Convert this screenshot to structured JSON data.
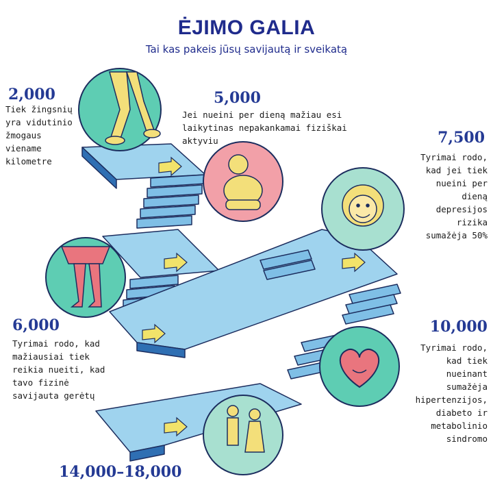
{
  "title": "ĖJIMO GALIA",
  "subtitle": "Tai kas pakeis jūsų savijautą ir sveikatą",
  "steps": [
    {
      "number": "2,000",
      "lines": [
        "Tiek žingsnių",
        "yra vidutinio",
        "žmogaus",
        "viename",
        "kilometre"
      ]
    },
    {
      "number": "5,000",
      "lines": [
        "Jei nueini per dieną mažiau esi",
        "laikytinas nepakankamai fiziškai",
        "aktyviu"
      ]
    },
    {
      "number": "7,500",
      "lines": [
        "Tyrimai rodo,",
        "kad jei tiek",
        "nueini per",
        "dieną",
        "depresijos",
        "rizika",
        "sumažėja 50%"
      ]
    },
    {
      "number": "6,000",
      "lines": [
        "Tyrimai rodo, kad",
        "mažiausiai tiek",
        "reikia nueiti, kad",
        "tavo fizinė",
        "savijauta gerėtų"
      ]
    },
    {
      "number": "10,000",
      "lines": [
        "Tyrimai rodo,",
        "kad tiek",
        "nueinant",
        "sumažėja",
        "hipertenzijos,",
        "diabeto ir",
        "metabolinio",
        "sindromo"
      ]
    },
    {
      "number": "14,000–18,000",
      "lines": []
    }
  ],
  "colors": {
    "title": "#1f2b8c",
    "number": "#243a94",
    "stair_top": "#9fd3ee",
    "stair_side": "#2f6fb3",
    "arrow": "#f2e36a"
  }
}
